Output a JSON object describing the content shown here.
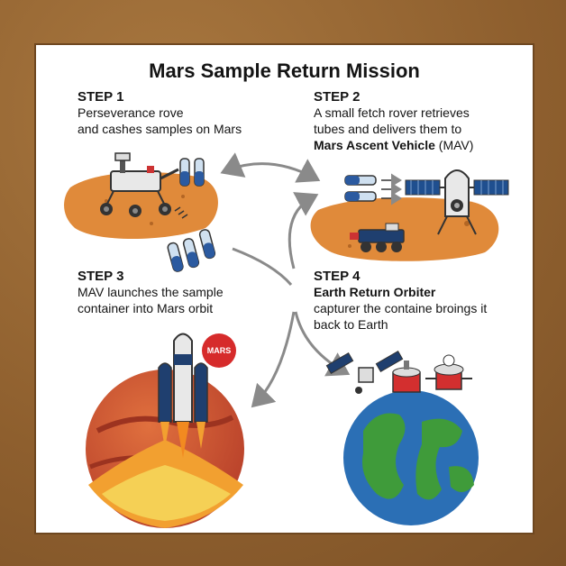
{
  "title": "Mars Sample Return Mission",
  "steps": [
    {
      "heading": "STEP 1",
      "line1": "Perseverance rove",
      "line2": "and cashes samples on Mars",
      "line3": ""
    },
    {
      "heading": "STEP 2",
      "line1": "A small fetch rover retrieves",
      "line2": "tubes and delivers them to",
      "line3_bold": "Mars Ascent Vehicle",
      "line3_rest": " (MAV)"
    },
    {
      "heading": "STEP 3",
      "line1": "MAV launches the sample",
      "line2": "container into Mars orbit"
    },
    {
      "heading": "STEP 4",
      "line1": "Earth Return Orbiter",
      "line2": "capturer the containe broings it",
      "line3": "back to Earth"
    }
  ],
  "badge": "MARS",
  "colors": {
    "mars_ground": "#e08a3a",
    "mars_red": "#c0462a",
    "earth_ocean": "#2b6fb5",
    "earth_land": "#3f9b3a",
    "arrow": "#8a8a8a",
    "sample_tube": "#2b5aa0"
  }
}
